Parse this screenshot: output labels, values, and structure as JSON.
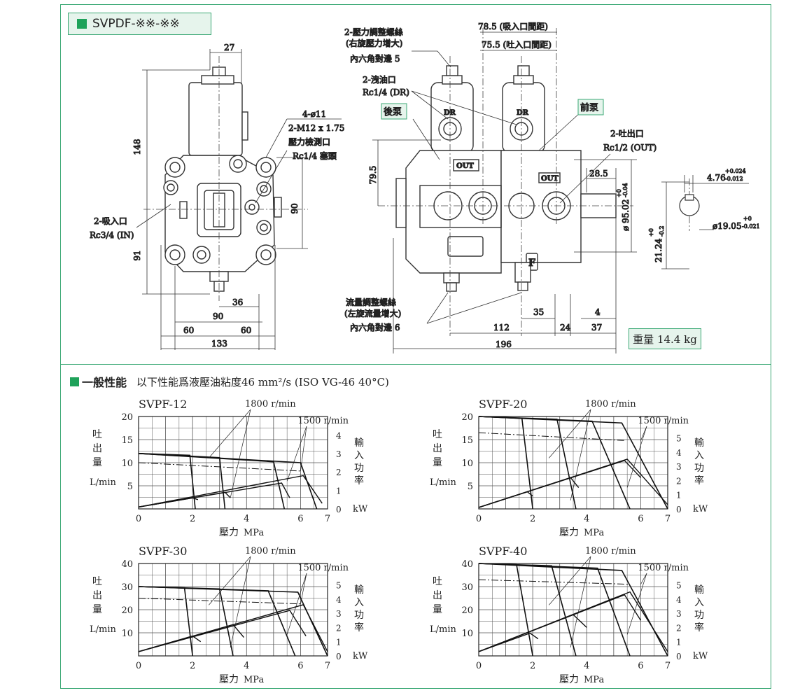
{
  "header": {
    "title": "SVPDF-※※-※※"
  },
  "drawing": {
    "labels": {
      "dim_27": "27",
      "dim_148": "148",
      "dim_91": "91",
      "dim_90v": "90",
      "dim_36": "36",
      "dim_90": "90",
      "dim_60a": "60",
      "dim_60b": "60",
      "dim_133": "133",
      "mount_holes": "4-ø11",
      "mount_thread": "2-M12 x 1.75",
      "gauge_port": "壓力檢測口",
      "gauge_plug": "Rc1/4 塞頭",
      "inlet": "2-吸入口",
      "inlet_spec": "Rc3/4 (IN)",
      "pressure_screw": "2-壓力調整螺絲",
      "pressure_screw_note": "(右旋壓力增大)",
      "pressure_hex": "內六角對邊 5",
      "drain": "2-洩油口",
      "drain_spec": "Rc1/4 (DR)",
      "rear_pump": "後泵",
      "front_pump": "前泵",
      "in_spacing": "78.5 (吸入口間距)",
      "out_spacing": "75.5 (吐入口間距)",
      "outlet": "2-吐出口",
      "outlet_spec": "Rc1/2 (OUT)",
      "dim_79_5": "79.5",
      "dim_28_5": "28.5",
      "shaft_dia": "ø 95.02",
      "shaft_dia_tol_up": "+0",
      "shaft_dia_tol_lo": "-0.04",
      "key_width": "4.76",
      "key_tol_up": "+0.024",
      "key_tol_lo": "-0.012",
      "key_height": "21.24",
      "key_h_tol_up": "+0",
      "key_h_tol_lo": "-0.2",
      "shaft_small": "ø19.05",
      "shaft_small_tol_up": "+0",
      "shaft_small_tol_lo": "-0.021",
      "flow_screw": "流量調整螺絲",
      "flow_screw_note": "(左旋流量增大)",
      "flow_hex": "內六角對邊 6",
      "dim_35": "35",
      "dim_4": "4",
      "dim_112": "112",
      "dim_24": "24",
      "dim_37": "37",
      "dim_196": "196",
      "dr_mark": "DR",
      "out_mark": "OUT",
      "f_mark": "F"
    },
    "weight": "重量 14.4 kg"
  },
  "performance": {
    "heading": "一般性能",
    "condition": "以下性能爲液壓油粘度46 mm²/s (ISO VG-46  40°C)",
    "flow_label_chars": [
      "吐",
      "出",
      "量"
    ],
    "flow_unit": "L/min",
    "power_label_chars": [
      "輸",
      "入",
      "功",
      "率"
    ],
    "power_unit": "kW",
    "x_label": "壓力",
    "x_unit": "MPa"
  },
  "chart_data": [
    {
      "type": "line",
      "title": "SVPF-12",
      "x_ticks": [
        0,
        2,
        4,
        6,
        7
      ],
      "xlim": [
        0,
        7
      ],
      "y_ticks": [
        5,
        10,
        15,
        20
      ],
      "ylim": [
        0,
        20
      ],
      "power_ticks": [
        0,
        1,
        2,
        3,
        4
      ],
      "power_max": 5,
      "speed_labels": [
        "1800 r/min",
        "1500 r/min"
      ],
      "series": [
        {
          "name": "1800 r/min",
          "x": [
            0,
            1.9,
            2.1
          ],
          "y": [
            12,
            11.6,
            0
          ]
        },
        {
          "name": "1800 r/min",
          "x": [
            0,
            3.0,
            3.2
          ],
          "y": [
            12,
            11.1,
            0
          ]
        },
        {
          "name": "1800 r/min",
          "x": [
            0,
            5.0,
            5.4
          ],
          "y": [
            12,
            10.2,
            0
          ]
        },
        {
          "name": "1800 r/min",
          "x": [
            0,
            6.0,
            6.6
          ],
          "y": [
            12,
            10.0,
            0
          ]
        },
        {
          "name": "1500 r/min",
          "x": [
            0,
            6.0
          ],
          "y": [
            10,
            8.2
          ]
        }
      ],
      "power_series": [
        {
          "x": [
            0,
            2.0,
            2.2
          ],
          "y": [
            0.1,
            0.6,
            0.5
          ]
        },
        {
          "x": [
            0,
            3.2,
            3.4
          ],
          "y": [
            0.1,
            0.9,
            0.6
          ]
        },
        {
          "x": [
            0,
            5.3,
            5.6
          ],
          "y": [
            0.1,
            1.4,
            0.6
          ]
        },
        {
          "x": [
            0,
            6.1,
            6.8
          ],
          "y": [
            0.1,
            1.8,
            0.3
          ]
        }
      ]
    },
    {
      "type": "line",
      "title": "SVPF-20",
      "x_ticks": [
        0,
        2,
        4,
        6,
        7
      ],
      "xlim": [
        0,
        7
      ],
      "y_ticks": [
        5,
        10,
        15,
        20
      ],
      "ylim": [
        0,
        20
      ],
      "power_ticks": [
        0,
        1,
        2,
        3,
        4,
        5
      ],
      "power_max": 6.5,
      "speed_labels": [
        "1800 r/min",
        "1500 r/min"
      ],
      "series": [
        {
          "name": "1800 r/min",
          "x": [
            0,
            1.6,
            2.0
          ],
          "y": [
            20,
            19.6,
            0
          ]
        },
        {
          "name": "1800 r/min",
          "x": [
            0,
            2.9,
            3.6
          ],
          "y": [
            20,
            19.4,
            0
          ]
        },
        {
          "name": "1800 r/min",
          "x": [
            0,
            4.2,
            5.6
          ],
          "y": [
            20,
            19.0,
            0
          ]
        },
        {
          "name": "1800 r/min",
          "x": [
            0,
            5.3,
            7.0
          ],
          "y": [
            20,
            18.6,
            0
          ]
        },
        {
          "name": "1500 r/min",
          "x": [
            0,
            5.4
          ],
          "y": [
            16.5,
            14.8
          ]
        }
      ],
      "power_series": [
        {
          "x": [
            0,
            1.8,
            2.0
          ],
          "y": [
            0.1,
            1.2,
            0.9
          ]
        },
        {
          "x": [
            0,
            3.4,
            3.7
          ],
          "y": [
            0.1,
            2.2,
            1.5
          ]
        },
        {
          "x": [
            0,
            5.4,
            6.0
          ],
          "y": [
            0.1,
            3.4,
            2.2
          ]
        },
        {
          "x": [
            0,
            5.5,
            7.0
          ],
          "y": [
            0.1,
            3.5,
            0.3
          ]
        }
      ]
    },
    {
      "type": "line",
      "title": "SVPF-30",
      "x_ticks": [
        0,
        2,
        4,
        6,
        7
      ],
      "xlim": [
        0,
        7
      ],
      "y_ticks": [
        10,
        20,
        30,
        40
      ],
      "ylim": [
        0,
        40
      ],
      "power_ticks": [
        0,
        1,
        2,
        3,
        4,
        5
      ],
      "power_max": 6.5,
      "speed_labels": [
        "1800 r/min",
        "1500 r/min"
      ],
      "series": [
        {
          "name": "1800 r/min",
          "x": [
            0,
            1.7,
            2.0
          ],
          "y": [
            30,
            29.5,
            0
          ]
        },
        {
          "name": "1800 r/min",
          "x": [
            0,
            3.0,
            3.5
          ],
          "y": [
            30,
            29.0,
            0
          ]
        },
        {
          "name": "1800 r/min",
          "x": [
            0,
            4.8,
            5.8
          ],
          "y": [
            30,
            28.2,
            0
          ]
        },
        {
          "name": "1800 r/min",
          "x": [
            0,
            5.9,
            7.0
          ],
          "y": [
            30,
            27.6,
            0
          ]
        },
        {
          "name": "1500 r/min",
          "x": [
            0,
            6.0
          ],
          "y": [
            25,
            22.5
          ]
        }
      ],
      "power_series": [
        {
          "x": [
            0,
            2.0,
            2.3
          ],
          "y": [
            0.3,
            1.4,
            1.0
          ]
        },
        {
          "x": [
            0,
            3.5,
            3.9
          ],
          "y": [
            0.3,
            2.2,
            1.3
          ]
        },
        {
          "x": [
            0,
            5.6,
            6.2
          ],
          "y": [
            0.3,
            3.2,
            1.4
          ]
        },
        {
          "x": [
            0,
            6.1,
            7.0
          ],
          "y": [
            0.3,
            3.6,
            0.3
          ]
        }
      ]
    },
    {
      "type": "line",
      "title": "SVPF-40",
      "x_ticks": [
        0,
        2,
        4,
        6,
        7
      ],
      "xlim": [
        0,
        7
      ],
      "y_ticks": [
        10,
        20,
        30,
        40
      ],
      "ylim": [
        0,
        40
      ],
      "power_ticks": [
        0,
        1,
        2,
        3,
        4,
        5
      ],
      "power_max": 6.5,
      "speed_labels": [
        "1800 r/min",
        "1500 r/min"
      ],
      "series": [
        {
          "name": "1800 r/min",
          "x": [
            0,
            1.4,
            2.0
          ],
          "y": [
            40,
            39.5,
            0
          ]
        },
        {
          "name": "1800 r/min",
          "x": [
            0,
            2.7,
            3.6
          ],
          "y": [
            40,
            39.0,
            0
          ]
        },
        {
          "name": "1800 r/min",
          "x": [
            0,
            4.4,
            5.6
          ],
          "y": [
            40,
            38.0,
            0
          ]
        },
        {
          "name": "1800 r/min",
          "x": [
            0,
            5.3,
            7.0
          ],
          "y": [
            40,
            37.0,
            0
          ]
        },
        {
          "name": "1500 r/min",
          "x": [
            0,
            5.6
          ],
          "y": [
            33,
            31.0
          ]
        }
      ],
      "power_series": [
        {
          "x": [
            0,
            1.9,
            2.2
          ],
          "y": [
            0.3,
            1.6,
            1.2
          ]
        },
        {
          "x": [
            0,
            3.5,
            4.0
          ],
          "y": [
            0.3,
            2.9,
            2.0
          ]
        },
        {
          "x": [
            0,
            5.4,
            6.0
          ],
          "y": [
            0.3,
            4.3,
            2.5
          ]
        },
        {
          "x": [
            0,
            5.6,
            7.0
          ],
          "y": [
            0.3,
            4.5,
            0.3
          ]
        }
      ]
    }
  ]
}
